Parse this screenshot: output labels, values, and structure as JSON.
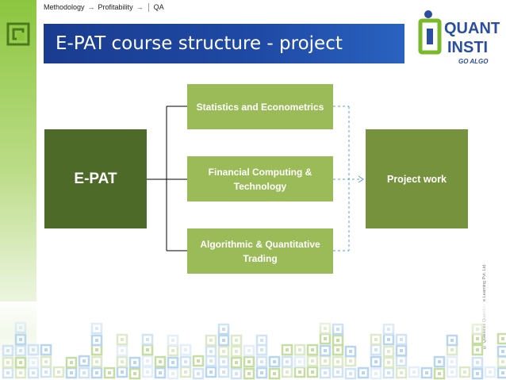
{
  "breadcrumb": {
    "items": [
      "Methodology",
      "Profitability",
      "QA"
    ],
    "separator": "→"
  },
  "slide": {
    "title": "E-PAT course structure - project"
  },
  "brand": {
    "line1": "QUANT",
    "line2": "INSTI",
    "tagline": "GO ALGO",
    "copyright": "© Quantinsti Quantitative Learning Pvt. Ltd."
  },
  "diagram": {
    "root": "E-PAT",
    "modules": [
      {
        "label": "Statistics and Econometrics"
      },
      {
        "label": "Financial Computing & Technology"
      },
      {
        "label": "Algorithmic & Quantitative Trading"
      }
    ],
    "target": "Project work"
  },
  "colors": {
    "title_band": "#1b3a8f",
    "root_node": "#4e6a28",
    "module_node": "#9bbb59",
    "target_node": "#76923c",
    "dashed_connector": "#5b9bd5",
    "accent_green": "#8cc63f"
  }
}
